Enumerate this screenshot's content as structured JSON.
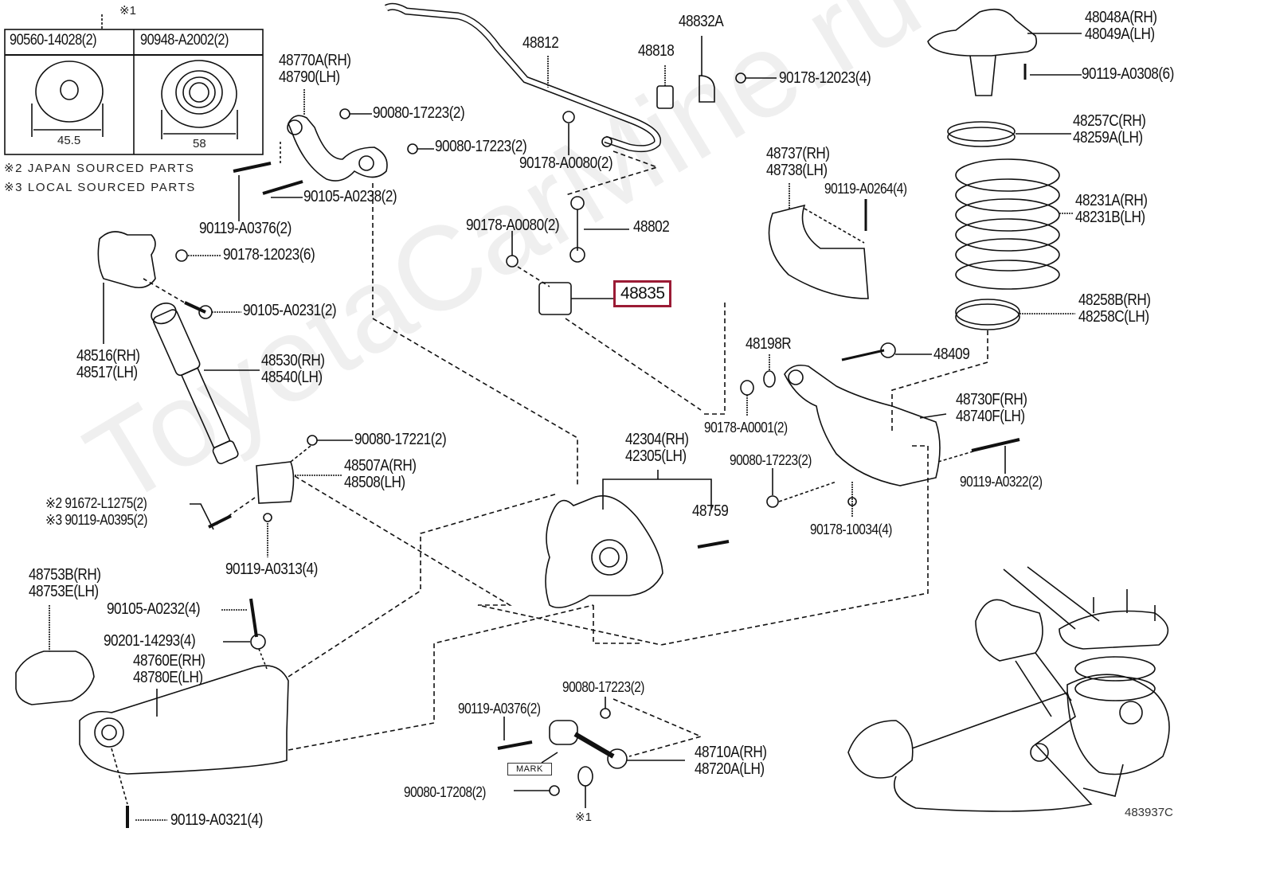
{
  "watermark": "ToyotaCarMine.ru",
  "diagram_code": "483937C",
  "highlight_color": "#9b1b35",
  "inset_table": {
    "note_marker": "※1",
    "columns": [
      {
        "part": "90560-14028(2)",
        "dimension": "45.5"
      },
      {
        "part": "90948-A2002(2)",
        "dimension": "58"
      }
    ]
  },
  "notes": [
    "※2 JAPAN SOURCED PARTS",
    "※3 LOCAL SOURCED PARTS"
  ],
  "highlighted_part": "48835",
  "mark_label": "MARK",
  "note_marker_bottom": "※1",
  "labels": {
    "upper_arm": [
      "48770A(RH)",
      "48790(LH)"
    ],
    "nut_a": "90080-17223(2)",
    "nut_b": "90080-17223(2)",
    "bolt_0238": "90105-A0238(2)",
    "bolt_0376_top": "90119-A0376(2)",
    "nut_12023_6": "90178-12023(6)",
    "bolt_0231": "90105-A0231(2)",
    "bracket_48516": [
      "48516(RH)",
      "48517(LH)"
    ],
    "shock": [
      "48530(RH)",
      "48540(LH)"
    ],
    "nut_17221": "90080-17221(2)",
    "bracket_48507": [
      "48507A(RH)",
      "48508(LH)"
    ],
    "bolt_l1275": "※2 91672-L1275(2)",
    "bolt_0395": "※3 90119-A0395(2)",
    "bolt_0313": "90119-A0313(4)",
    "cover_48753": [
      "48753B(RH)",
      "48753E(LH)"
    ],
    "bolt_0232": "90105-A0232(4)",
    "washer_14293": "90201-14293(4)",
    "lower_arm": [
      "48760E(RH)",
      "48780E(LH)"
    ],
    "bolt_0321": "90119-A0321(4)",
    "stab_bar": "48812",
    "bushing": "48818",
    "bracket_48832A": "48832A",
    "nut_12023_4": "90178-12023(4)",
    "nut_a0080_top": "90178-A0080(2)",
    "nut_a0080_mid": "90178-A0080(2)",
    "stab_link": "48802",
    "support": [
      "48048A(RH)",
      "48049A(LH)"
    ],
    "bolt_0308": "90119-A0308(6)",
    "insulator_upper": [
      "48257C(RH)",
      "48259A(LH)"
    ],
    "guard": [
      "48737(RH)",
      "48738(LH)"
    ],
    "bolt_0264": "90119-A0264(4)",
    "spring": [
      "48231A(RH)",
      "48231B(LH)"
    ],
    "insulator_lower": [
      "48258B(RH)",
      "48258C(LH)"
    ],
    "bushing_48198R": "48198R",
    "bolt_48409": "48409",
    "lower_arm_2": [
      "48730F(RH)",
      "48740F(LH)"
    ],
    "nut_a0001": "90178-A0001(2)",
    "knuckle": [
      "42304(RH)",
      "42305(LH)"
    ],
    "nut_c": "90080-17223(2)",
    "bolt_0322": "90119-A0322(2)",
    "bolt_48759": "48759",
    "nut_10034": "90178-10034(4)",
    "nut_d": "90080-17223(2)",
    "bolt_0376_bottom": "90119-A0376(2)",
    "toe_arm": [
      "48710A(RH)",
      "48720A(LH)"
    ],
    "nut_17208": "90080-17208(2)"
  }
}
